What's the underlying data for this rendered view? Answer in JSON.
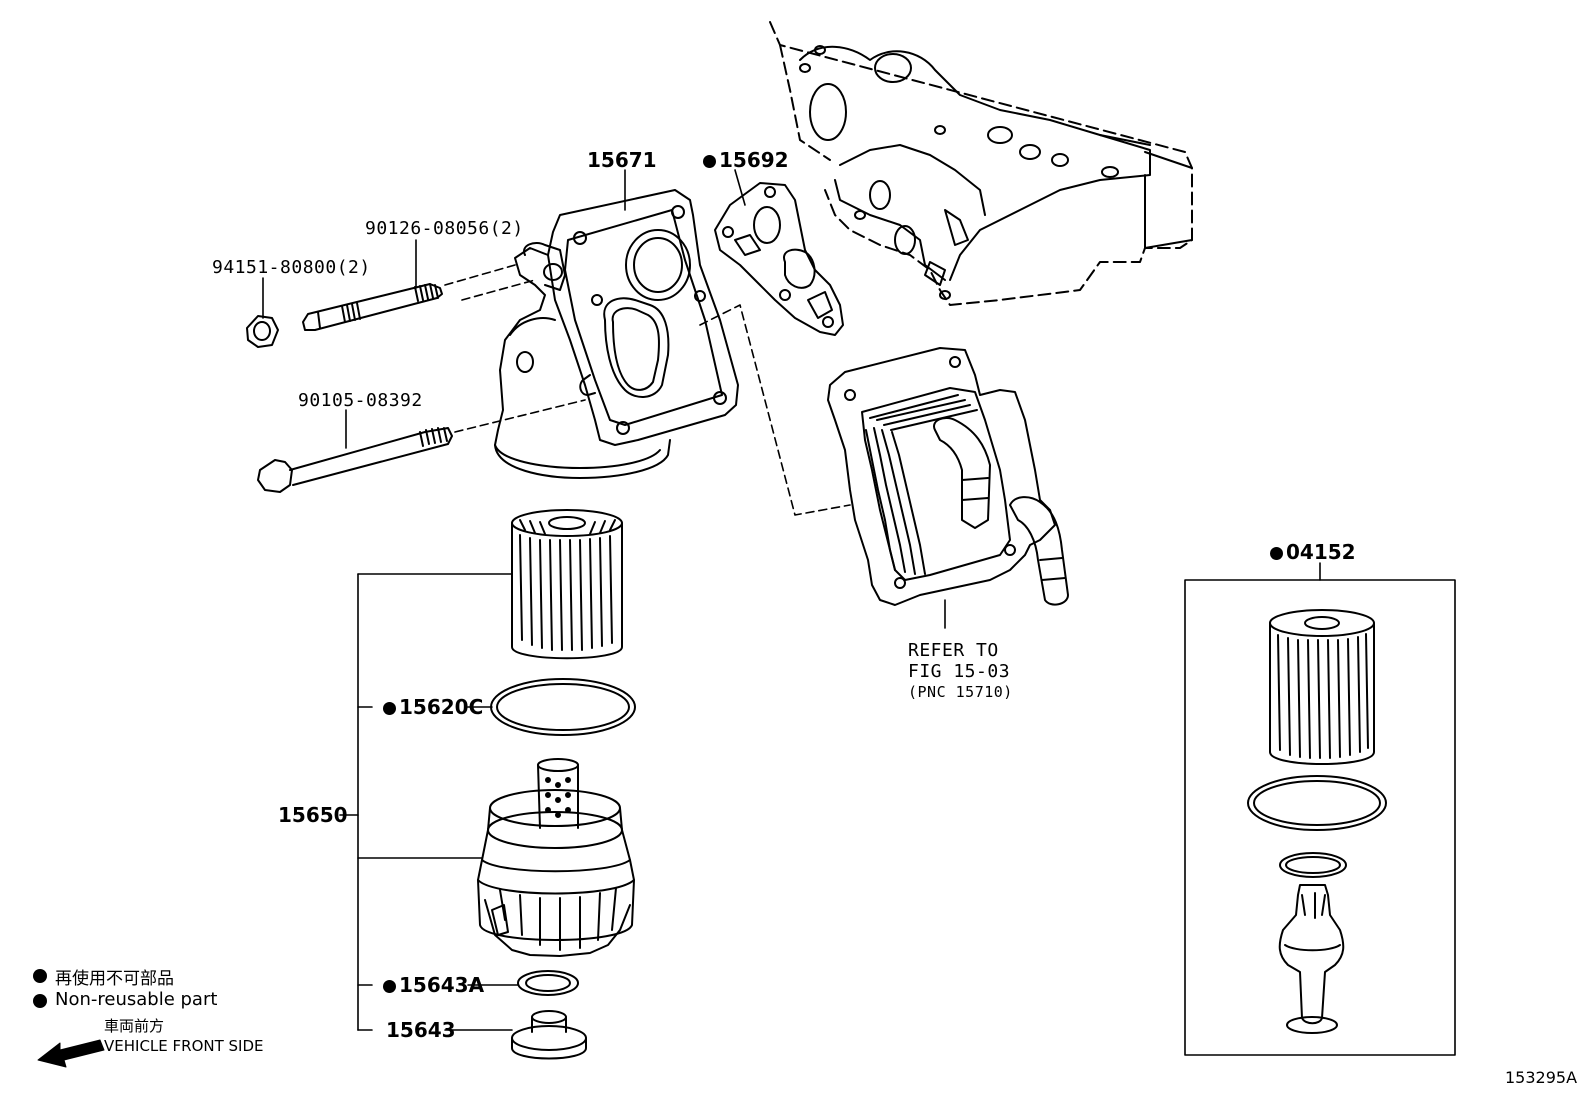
{
  "parts": {
    "p15671": "15671",
    "p15692": "15692",
    "p90126": "90126-08056(2)",
    "p94151": "94151-80800(2)",
    "p90105": "90105-08392",
    "p15650": "15650",
    "p15620c": "15620C",
    "p15643a": "15643A",
    "p15643": "15643",
    "p04152": "04152"
  },
  "refer": {
    "line1": "REFER TO",
    "line2": "FIG 15-03",
    "line3": "(PNC 15710)"
  },
  "legend": {
    "jp_nonreusable": "再使用不可部品",
    "en_nonreusable": "Non-reusable part",
    "jp_front": "車両前方",
    "en_front": "VEHICLE FRONT SIDE"
  },
  "figure_id": "153295A"
}
